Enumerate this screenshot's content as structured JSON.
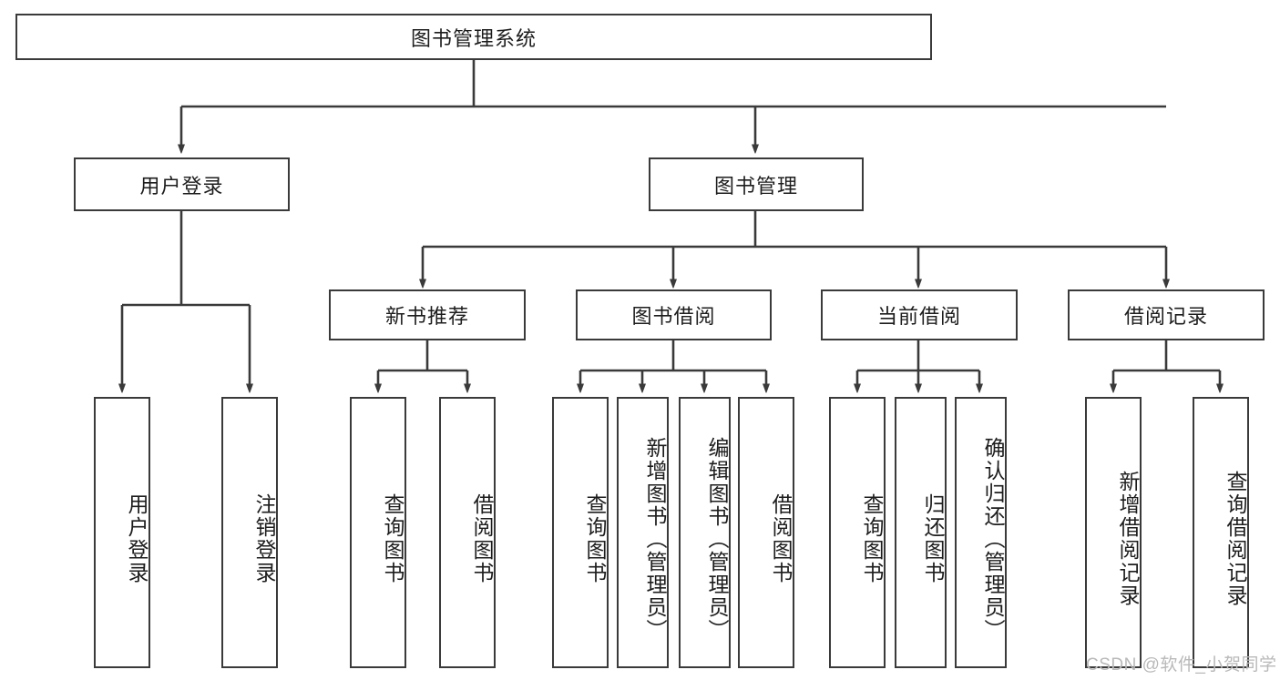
{
  "diagram": {
    "type": "tree-hierarchy",
    "title": "图书管理系统",
    "stroke_color": "#3a3a3a",
    "background_color": "#ffffff",
    "text_color": "#1d1d1d",
    "nodes": {
      "root": {
        "label": "图书管理系统",
        "level": 0,
        "orientation": "horizontal"
      },
      "user_login": {
        "label": "用户登录",
        "level": 1,
        "orientation": "horizontal"
      },
      "book_manage": {
        "label": "图书管理",
        "level": 1,
        "orientation": "horizontal"
      },
      "new_book_rec": {
        "label": "新书推荐",
        "level": 2,
        "orientation": "horizontal"
      },
      "book_borrow": {
        "label": "图书借阅",
        "level": 2,
        "orientation": "horizontal"
      },
      "current_borrow": {
        "label": "当前借阅",
        "level": 2,
        "orientation": "horizontal"
      },
      "borrow_record": {
        "label": "借阅记录",
        "level": 2,
        "orientation": "horizontal"
      },
      "leaf_user_login": {
        "label": "用户登录",
        "level": 3,
        "orientation": "vertical"
      },
      "leaf_logout": {
        "label": "注销登录",
        "level": 3,
        "orientation": "vertical"
      },
      "leaf_query_book_a": {
        "label": "查询图书",
        "level": 3,
        "orientation": "vertical"
      },
      "leaf_borrow_book_a": {
        "label": "借阅图书",
        "level": 3,
        "orientation": "vertical"
      },
      "leaf_query_book_b": {
        "label": "查询图书",
        "level": 3,
        "orientation": "vertical"
      },
      "leaf_add_book": {
        "label": "新增图书（管理员）",
        "level": 3,
        "orientation": "vertical"
      },
      "leaf_edit_book": {
        "label": "编辑图书（管理员）",
        "level": 3,
        "orientation": "vertical"
      },
      "leaf_borrow_book_b": {
        "label": "借阅图书",
        "level": 3,
        "orientation": "vertical"
      },
      "leaf_query_book_c": {
        "label": "查询图书",
        "level": 3,
        "orientation": "vertical"
      },
      "leaf_return_book": {
        "label": "归还图书",
        "level": 3,
        "orientation": "vertical"
      },
      "leaf_confirm_return": {
        "label": "确认归还（管理员）",
        "level": 3,
        "orientation": "vertical"
      },
      "leaf_add_record": {
        "label": "新增借阅记录",
        "level": 3,
        "orientation": "vertical"
      },
      "leaf_query_record": {
        "label": "查询借阅记录",
        "level": 3,
        "orientation": "vertical"
      }
    },
    "edges": [
      {
        "from": "root",
        "to": "user_login"
      },
      {
        "from": "root",
        "to": "book_manage"
      },
      {
        "from": "user_login",
        "to": "leaf_user_login"
      },
      {
        "from": "user_login",
        "to": "leaf_logout"
      },
      {
        "from": "book_manage",
        "to": "new_book_rec"
      },
      {
        "from": "book_manage",
        "to": "book_borrow"
      },
      {
        "from": "book_manage",
        "to": "current_borrow"
      },
      {
        "from": "book_manage",
        "to": "borrow_record"
      },
      {
        "from": "new_book_rec",
        "to": "leaf_query_book_a"
      },
      {
        "from": "new_book_rec",
        "to": "leaf_borrow_book_a"
      },
      {
        "from": "book_borrow",
        "to": "leaf_query_book_b"
      },
      {
        "from": "book_borrow",
        "to": "leaf_add_book"
      },
      {
        "from": "book_borrow",
        "to": "leaf_edit_book"
      },
      {
        "from": "book_borrow",
        "to": "leaf_borrow_book_b"
      },
      {
        "from": "current_borrow",
        "to": "leaf_query_book_c"
      },
      {
        "from": "current_borrow",
        "to": "leaf_return_book"
      },
      {
        "from": "current_borrow",
        "to": "leaf_confirm_return"
      },
      {
        "from": "borrow_record",
        "to": "leaf_add_record"
      },
      {
        "from": "borrow_record",
        "to": "leaf_query_record"
      }
    ]
  },
  "watermark": {
    "text": "CSDN @软件_小贺同学"
  }
}
